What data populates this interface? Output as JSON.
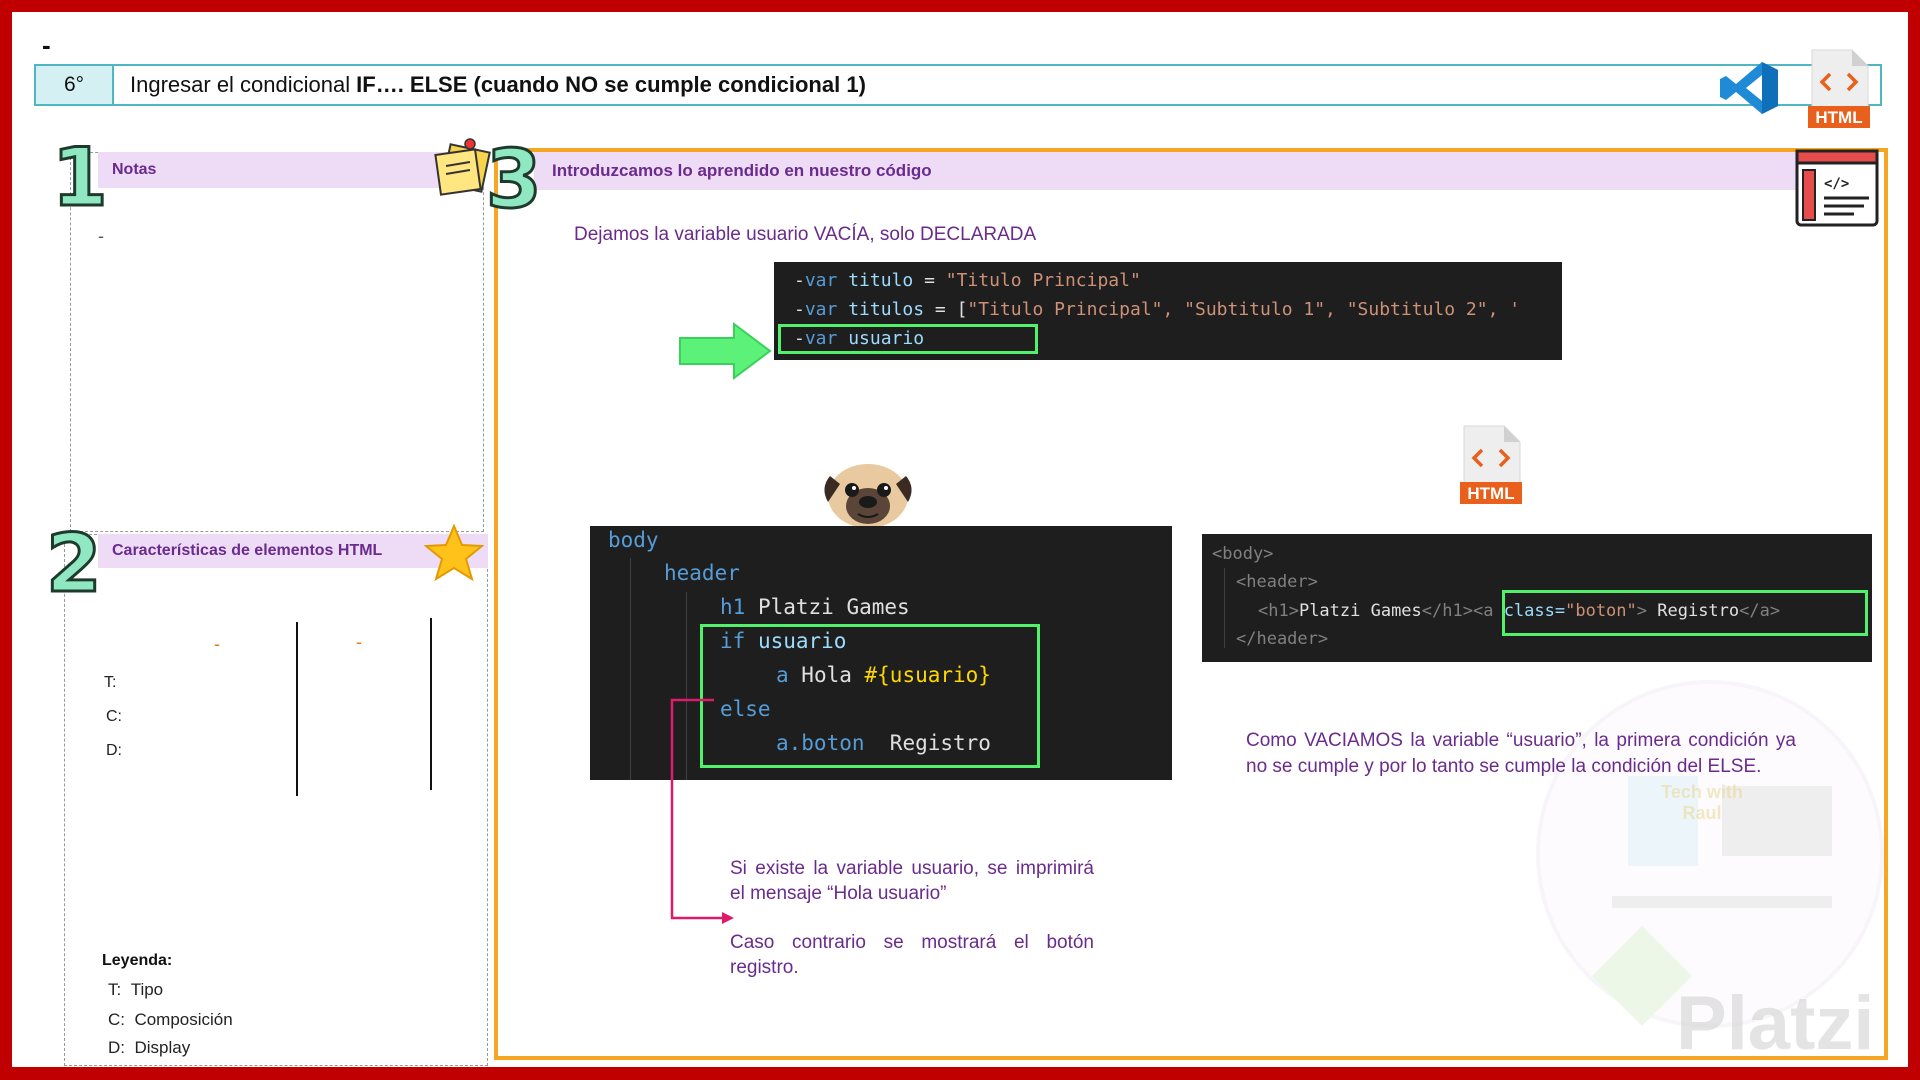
{
  "header": {
    "top_dash": "-",
    "step_number": "6°",
    "title_plain": "Ingresar el condicional",
    "title_bold": "IF…. ELSE (cuando NO se cumple condicional 1)"
  },
  "section1": {
    "number": "1",
    "title": "Notas",
    "dash": "-"
  },
  "section2": {
    "number": "2",
    "title": "Características de elementos HTML",
    "col_dash_1": "-",
    "col_dash_2": "-",
    "labels": [
      "T:",
      "C:",
      "D:"
    ],
    "legend_title": "Leyenda:",
    "legend": [
      {
        "key": "T:",
        "value": "Tipo"
      },
      {
        "key": "C:",
        "value": "Composición"
      },
      {
        "key": "D:",
        "value": "Display"
      }
    ]
  },
  "section3": {
    "number": "3",
    "title": "Introduzcamos lo aprendido en nuestro código",
    "intro_text": "Dejamos la variable usuario VACÍA, solo DECLARADA",
    "pug_var_lines": [
      {
        "prefix": "-",
        "kw": "var",
        "name": "titulo",
        "rest": " = ",
        "value": "\"Titulo Principal\""
      },
      {
        "prefix": "-",
        "kw": "var",
        "name": "titulos",
        "rest": " = [",
        "value": "\"Titulo Principal\", \"Subtitulo 1\", \"Subtitulo 2\", '"
      },
      {
        "prefix": "-",
        "kw": "var",
        "name": "usuario",
        "rest": "",
        "value": ""
      }
    ],
    "pug_body": {
      "body": "body",
      "header": "header",
      "h1_tag": "h1",
      "h1_text": " Platzi Games",
      "if_kw": "if",
      "if_var": " usuario",
      "a_tag": "a",
      "a_text": " Hola ",
      "a_interp": "#{usuario}",
      "else_kw": "else",
      "a_boton": "a.boton",
      "registro": "  Registro"
    },
    "html_output": {
      "line1": "<body>",
      "line2": "<header>",
      "line3_open": "<h1>",
      "line3_text": "Platzi Games",
      "line3_close": "</h1>",
      "line3_a_open": "<a",
      "line3_attr": " class=",
      "line3_attr_val": "\"boton\"",
      "line3_gt": ">",
      "line3_a_text": " Registro",
      "line3_a_close": "</a>",
      "line4": "</header>"
    },
    "explain_left_1": "Si existe la variable usuario, se imprimirá el mensaje “Hola usuario”",
    "explain_left_2": "Caso contrario se mostrará el botón registro.",
    "explain_right": "Como VACIAMOS la variable “usuario”, la primera condición ya no se cumple y por lo tanto se cumple la condición del ELSE.",
    "html_icon_label": "HTML"
  },
  "icons": {
    "top_html_label": "HTML",
    "vscode": "vscode-icon",
    "code_window": "code-window-icon",
    "pug": "pug-icon",
    "notes": "sticky-notes-icon",
    "star": "star-icon",
    "arrow": "green-arrow-icon"
  },
  "watermark": {
    "brand": "Platzi",
    "badge_line1": "Tech with",
    "badge_line2": "Raul"
  },
  "colors": {
    "frame": "#c00000",
    "accent_orange": "#f5a623",
    "accent_teal": "#4fb7c4",
    "purple": "#6a2b8c",
    "highlight_green": "#4ff26a"
  }
}
